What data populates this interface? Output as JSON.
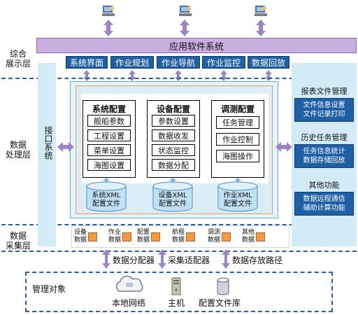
{
  "layers": {
    "display": "综合\n展示层",
    "processing": "数据\n处理层",
    "collection": "数据\n采集层"
  },
  "app_system": "应用软件系统",
  "modules": [
    "系统界面",
    "作业规划",
    "作业导航",
    "作业监控",
    "数据回放"
  ],
  "interface_system": "接口系统",
  "config_panels": [
    {
      "title": "系统配置",
      "items": [
        "舰船参数",
        "工程设置",
        "菜单设置",
        "海图设置"
      ]
    },
    {
      "title": "设备配置",
      "items": [
        "参数设置",
        "数据收发",
        "状态监控",
        "数据分配"
      ]
    },
    {
      "title": "调测配置",
      "items": [
        "任务管理",
        "作业控制",
        "海图操作"
      ]
    }
  ],
  "xml_files": [
    {
      "name": "系统XML",
      "sub": "配置文件"
    },
    {
      "name": "设备XML",
      "sub": "配置文件"
    },
    {
      "name": "作业XML",
      "sub": "配置文件"
    }
  ],
  "right_sections": [
    {
      "title": "报表文件管理",
      "content": [
        "文件信息设置",
        "文件记录打印"
      ]
    },
    {
      "title": "历史任务管理",
      "content": [
        "任务信息统计",
        "数据存储回放"
      ]
    },
    {
      "title": "其他功能",
      "content": [
        "数据远程通信",
        "辅助计算功能"
      ]
    }
  ],
  "data_sources": [
    [
      "设备",
      "数据"
    ],
    [
      "作业",
      "数据"
    ],
    [
      "配置",
      "数据"
    ],
    [
      "航程",
      "数据"
    ],
    [
      "调测",
      "数据"
    ],
    [
      "其他",
      "数据"
    ]
  ],
  "adapters": [
    "数据分配器",
    "采集适配器",
    "数据存放路径"
  ],
  "management": {
    "title": "管理对象",
    "items": [
      "本地网络",
      "主机",
      "配置文件库"
    ]
  },
  "colors": {
    "module_blue": "#1f5fa5",
    "banner_purple": "#c9aee0",
    "band_lightblue": "#d2ebf6",
    "cube_orange": "#f19a46",
    "arrow_purple": "#9b85c4"
  }
}
